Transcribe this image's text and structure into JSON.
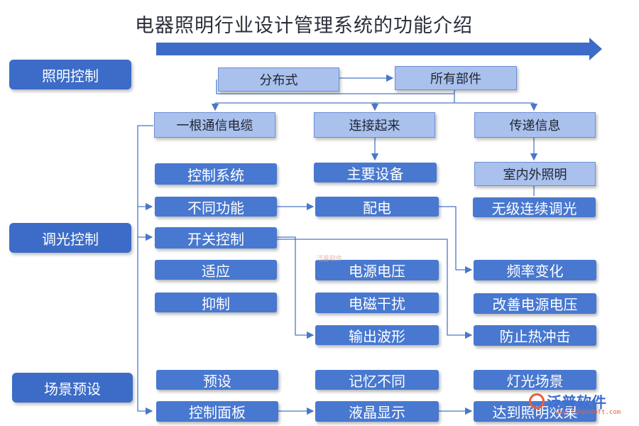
{
  "title": "电器照明行业设计管理系统的功能介绍",
  "sections": {
    "lighting": "照明控制",
    "dimming": "调光控制",
    "scene": "场景预设"
  },
  "top_flow": {
    "distributed": "分布式",
    "all_parts": "所有部件",
    "cable": "一根通信电缆",
    "connect": "连接起来",
    "transfer": "传递信息",
    "indoor_outdoor": "室内外照明"
  },
  "col1": {
    "control_system": "控制系统",
    "diff_function": "不同功能",
    "switch_control": "开关控制",
    "adapt": "适应",
    "suppress": "抑制",
    "preset": "预设",
    "control_panel": "控制面板"
  },
  "col2": {
    "main_device": "主要设备",
    "power_dist": "配电",
    "power_voltage": "电源电压",
    "emi": "电磁干扰",
    "output_wave": "输出波形",
    "memory_diff": "记忆不同",
    "lcd_display": "液晶显示"
  },
  "col3": {
    "stepless_dimming": "无级连续调光",
    "freq_change": "频率变化",
    "improve_voltage": "改善电源电压",
    "prevent_surge": "防止热冲击",
    "light_scene": "灯光场景",
    "achieve_effect": "达到照明效果"
  },
  "watermark": {
    "brand": "泛普软件",
    "url": "www.fanpusoft.com",
    "center": "泛普软件"
  }
}
